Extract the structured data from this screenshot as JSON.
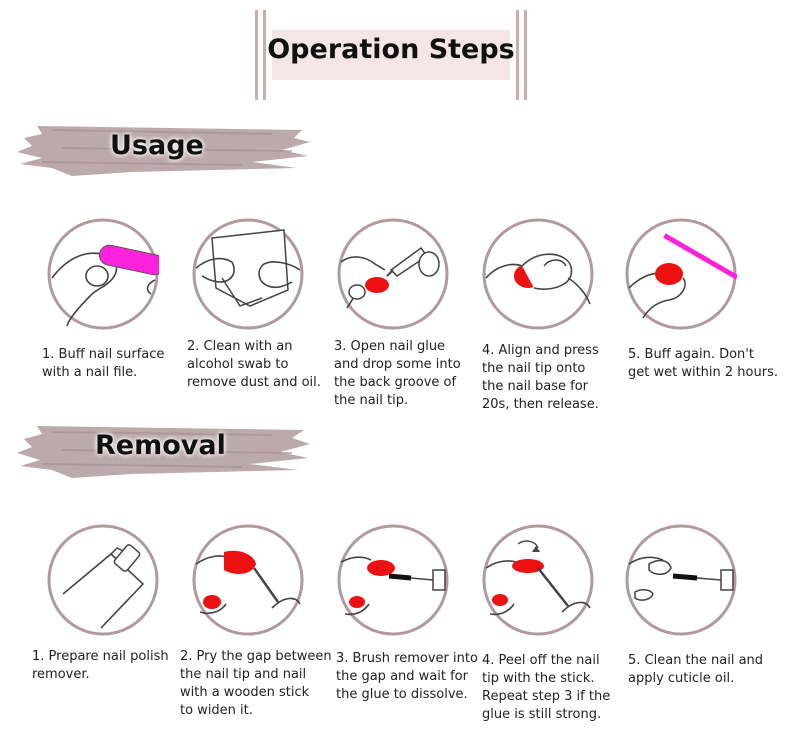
{
  "title": "Operation Steps",
  "usage": {
    "label": "Usage",
    "steps": [
      "1. Buff nail surface\nwith a nail file.",
      "2. Clean with an\nalcohol swab to\nremove dust and oil.",
      "3. Open nail glue\nand drop some into\nthe back groove of\nthe nail tip.",
      "4. Align and press\nthe nail tip onto\nthe nail base for\n20s, then release.",
      "5. Buff again. Don't\nget wet within 2 hours."
    ]
  },
  "removal": {
    "label": "Removal",
    "steps": [
      "1. Prepare nail polish\nremover.",
      "2. Pry the gap between\nthe nail tip and nail\nwith a wooden stick\nto widen it.",
      "3. Brush remover into\nthe gap and wait for\nthe glue to dissolve.",
      "4. Peel off the nail\ntip with the stick.\nRepeat step 3 if the\nglue is still strong.",
      "5. Clean the nail and\napply cuticle oil."
    ]
  },
  "colors": {
    "brush": "#b8a4a6",
    "circle": "#b09a9c",
    "nail_red": "#ee1111",
    "file_magenta": "#ff22dd",
    "title_bg": "#f4e6e6"
  },
  "icons": {
    "usage": [
      "buff-nail-file-icon",
      "alcohol-swab-icon",
      "nail-glue-drop-icon",
      "press-nail-tip-icon",
      "buff-again-icon"
    ],
    "removal": [
      "polish-remover-bottle-icon",
      "pry-wooden-stick-icon",
      "brush-remover-icon",
      "peel-nail-tip-icon",
      "cuticle-oil-icon"
    ]
  }
}
